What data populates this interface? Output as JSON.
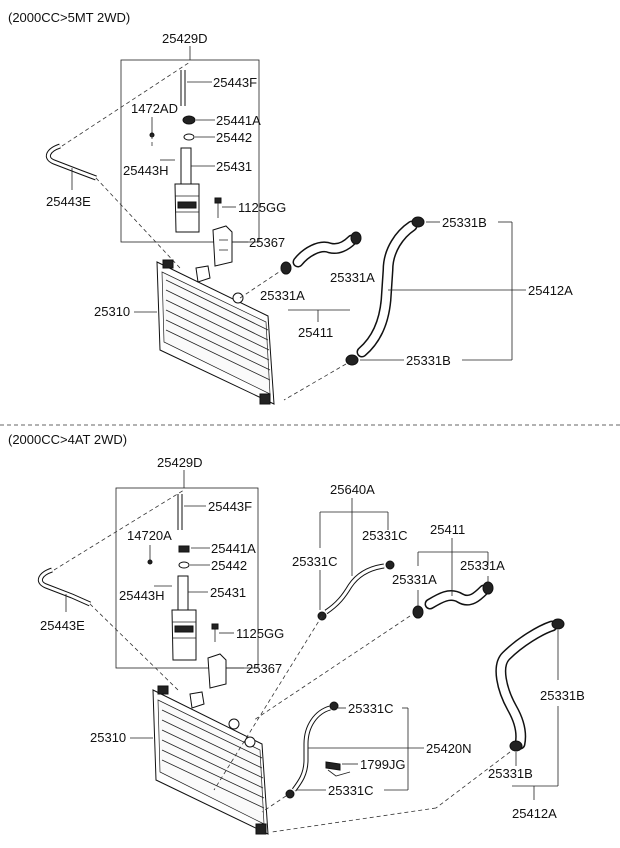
{
  "sections": [
    {
      "header": "(2000CC>5MT 2WD)",
      "labels": {
        "p25429D": "25429D",
        "p25443F": "25443F",
        "p1472AD": "1472AD",
        "p25441A": "25441A",
        "p25442": "25442",
        "p25443H": "25443H",
        "p25431": "25431",
        "p25443E": "25443E",
        "p1125GG": "1125GG",
        "p25367": "25367",
        "p25331B_top": "25331B",
        "p25331A_right": "25331A",
        "p25331A_left": "25331A",
        "p25412A": "25412A",
        "p25310": "25310",
        "p25411": "25411",
        "p25331B_bottom": "25331B"
      }
    },
    {
      "header": "(2000CC>4AT 2WD)",
      "labels": {
        "p25429D": "25429D",
        "p25443F": "25443F",
        "p14720A": "14720A",
        "p25441A": "25441A",
        "p25442": "25442",
        "p25443H": "25443H",
        "p25431": "25431",
        "p25443E": "25443E",
        "p1125GG": "1125GG",
        "p25367": "25367",
        "p25640A": "25640A",
        "p25331C_top": "25331C",
        "p25331C_left": "25331C",
        "p25411": "25411",
        "p25331A_left": "25331A",
        "p25331A_right": "25331A",
        "p25310": "25310",
        "p25331C_mid": "25331C",
        "p25420N": "25420N",
        "p1799JG": "1799JG",
        "p25331C_bottom": "25331C",
        "p25331B_right": "25331B",
        "p25331B_bottom": "25331B",
        "p25412A": "25412A"
      }
    }
  ]
}
